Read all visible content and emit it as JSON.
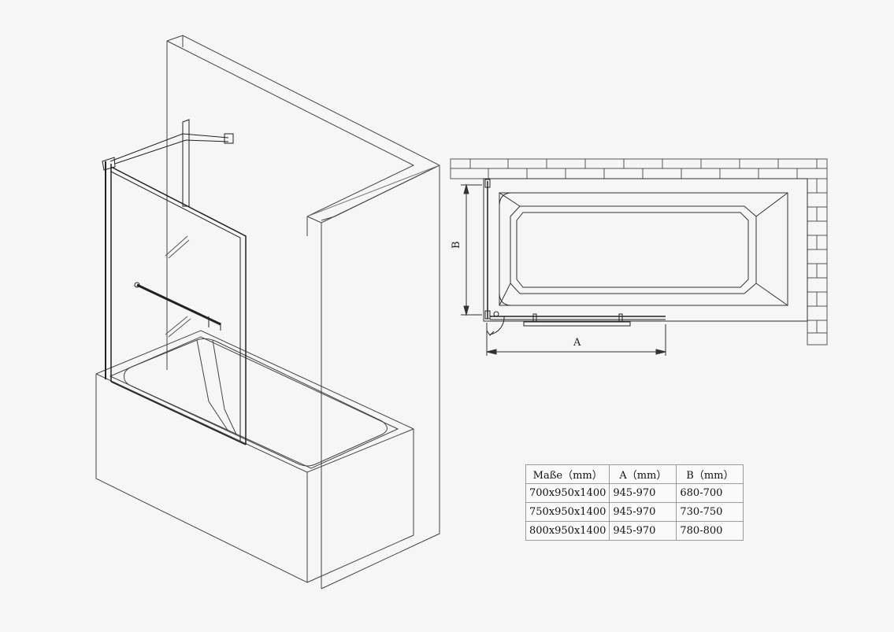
{
  "plan": {
    "label_a": "A",
    "label_b": "B"
  },
  "table": {
    "headers": [
      "Maße（mm）",
      "A（mm）",
      "B（mm）"
    ],
    "rows": [
      [
        "700x950x1400",
        "945-970",
        "680-700"
      ],
      [
        "750x950x1400",
        "945-970",
        "730-750"
      ],
      [
        "800x950x1400",
        "945-970",
        "780-800"
      ]
    ]
  },
  "colors": {
    "background": "#f5f6f5",
    "line": "#2a2a2a"
  }
}
